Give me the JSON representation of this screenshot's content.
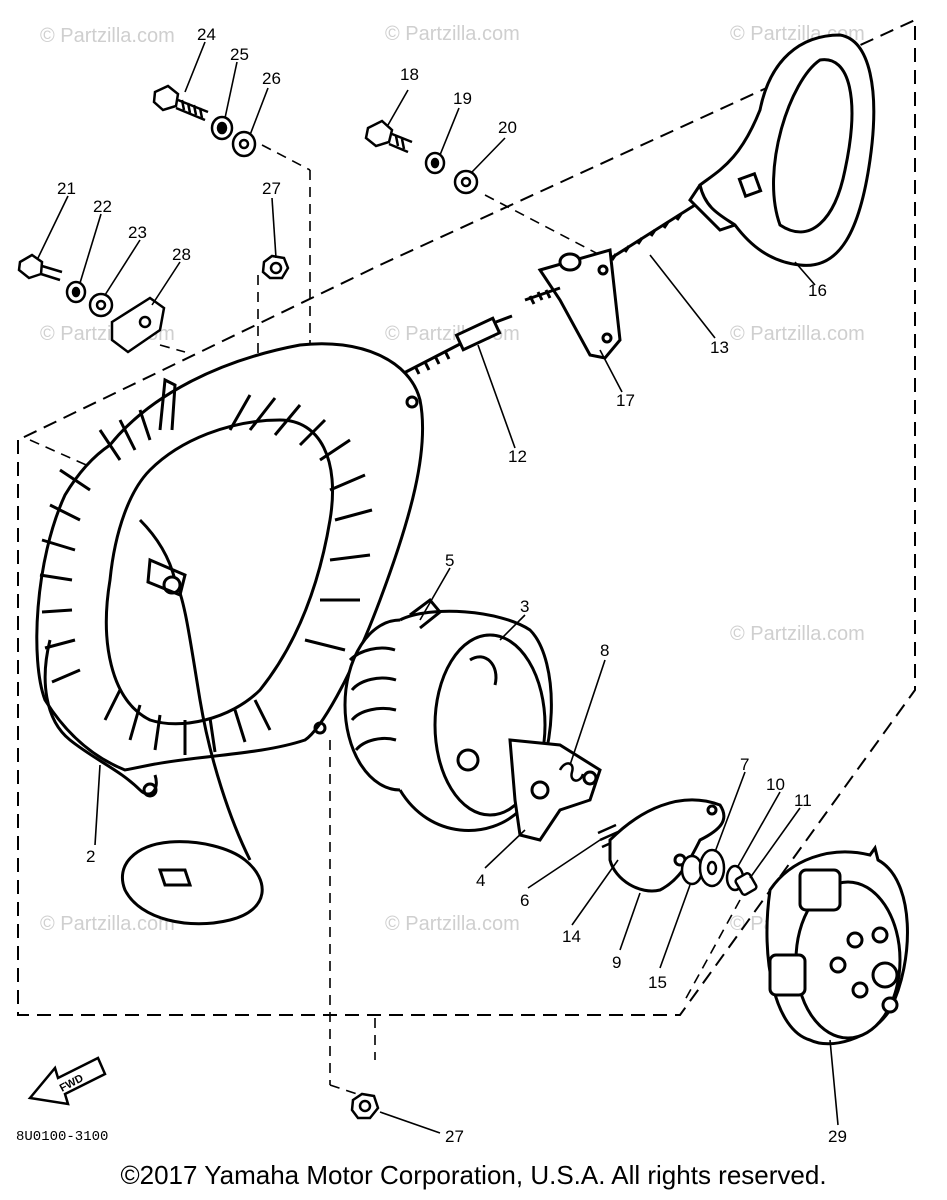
{
  "diagram": {
    "part_numbers": [
      "24",
      "25",
      "26",
      "18",
      "19",
      "20",
      "21",
      "22",
      "23",
      "28",
      "27",
      "16",
      "13",
      "17",
      "12",
      "5",
      "3",
      "8",
      "7",
      "10",
      "11",
      "2",
      "4",
      "6",
      "14",
      "9",
      "15",
      "29",
      "27"
    ],
    "diagram_code": "8U0100-3100",
    "fwd_label": "FWD",
    "watermark": "© Partzilla.com"
  },
  "footer": {
    "copyright": "©2017 Yamaha Motor Corporation, U.S.A. All rights reserved."
  }
}
